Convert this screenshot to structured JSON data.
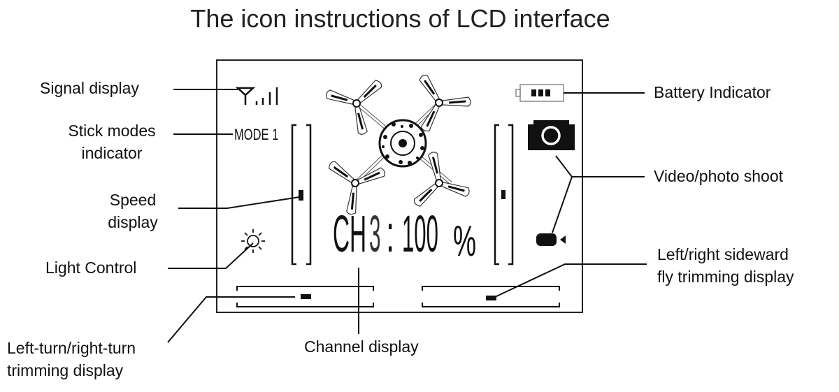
{
  "title": "The icon instructions of LCD interface",
  "labels": {
    "signal": "Signal display",
    "stick1": "Stick modes",
    "stick2": "indicator",
    "speed1": "Speed",
    "speed2": "display",
    "light": "Light Control",
    "turn1": "Left-turn/right-turn",
    "turn2": "trimming display",
    "channel": "Channel display",
    "battery": "Battery Indicator",
    "video": "Video/photo shoot",
    "side1": "Left/right sideward",
    "side2": "fly trimming display"
  },
  "lcd": {
    "mode": "MODE 1",
    "ch": "CH",
    "ch_num": "3",
    "colon": ":",
    "percent_value": "100",
    "percent_sign": "%"
  },
  "icons": [
    "antenna-signal-icon",
    "drone-icon",
    "battery-icon",
    "camera-icon",
    "video-camera-icon",
    "light-sun-icon"
  ]
}
